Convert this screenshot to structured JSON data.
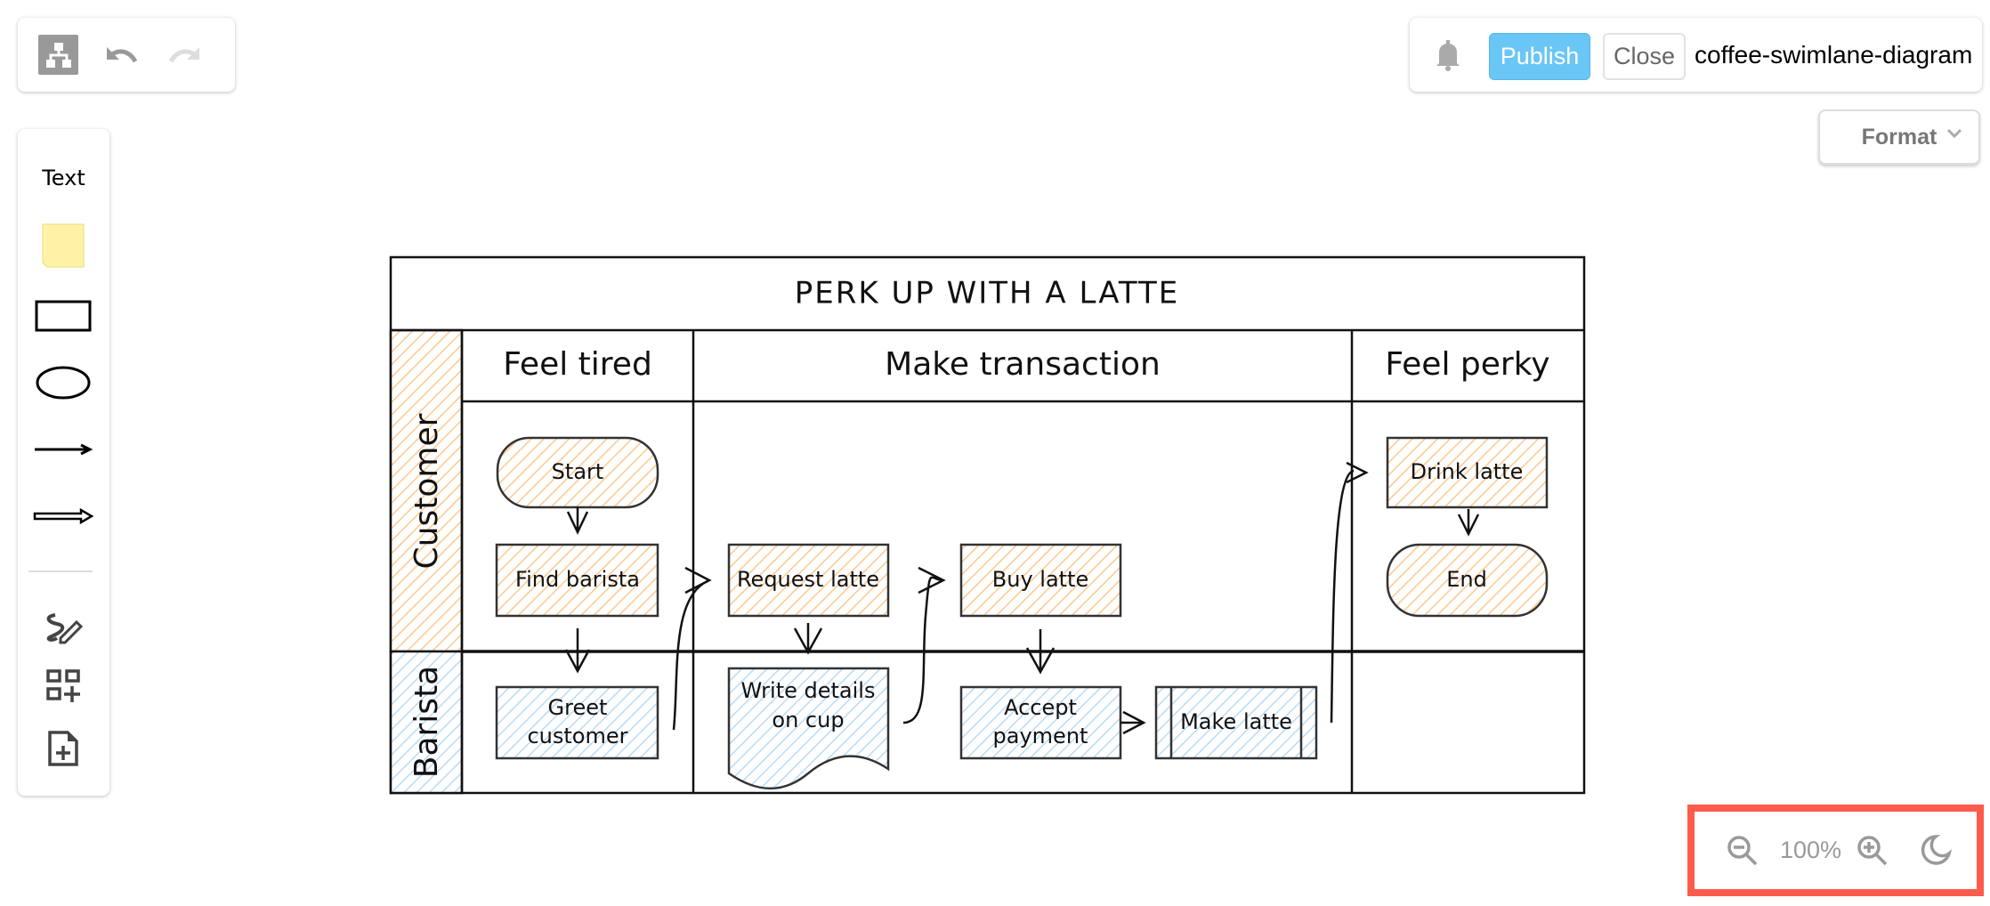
{
  "toolbar": {
    "icons": [
      "diagram-logo-icon",
      "undo-icon",
      "redo-icon"
    ]
  },
  "tools": {
    "text_label": "Text",
    "items": [
      "text",
      "sticky-note",
      "rectangle",
      "ellipse",
      "line",
      "arrow",
      "freehand",
      "add-shapes",
      "add-page"
    ],
    "sticky_color": "#fff3a8"
  },
  "header": {
    "publish_label": "Publish",
    "close_label": "Close",
    "document_title": "coffee-swimlane-diagram",
    "publish_color": "#6ac6f5"
  },
  "format": {
    "label": "Format"
  },
  "zoom": {
    "level": "100%",
    "highlight_color": "#fd5c4c"
  },
  "diagram": {
    "title": "PERK UP WITH A LATTE",
    "phases": [
      "Feel tired",
      "Make transaction",
      "Feel perky"
    ],
    "lanes": [
      {
        "label": "Customer",
        "color": "#ffc88f"
      },
      {
        "label": "Barista",
        "color": "#b8dcf7"
      }
    ],
    "nodes": {
      "start": "Start",
      "find_barista": "Find barista",
      "request_latte": "Request latte",
      "buy_latte": "Buy latte",
      "greet_customer": [
        "Greet",
        "customer"
      ],
      "write_details": [
        "Write details",
        "on cup"
      ],
      "accept_payment": [
        "Accept",
        "payment"
      ],
      "make_latte": "Make latte",
      "drink_latte": "Drink latte",
      "end": "End"
    }
  }
}
